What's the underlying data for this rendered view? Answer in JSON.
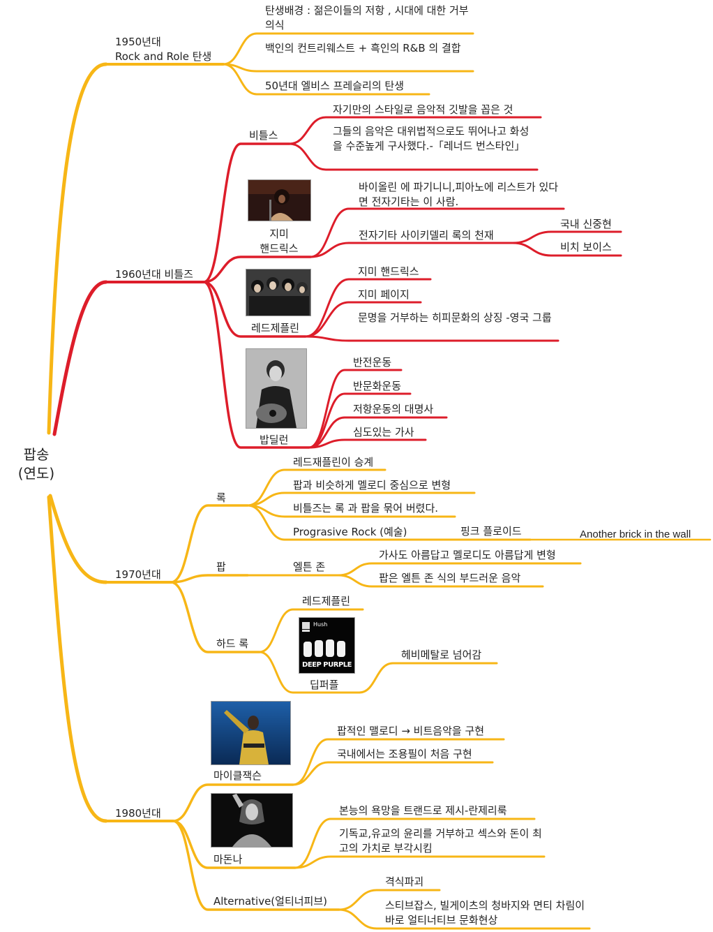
{
  "colors": {
    "yellow": "#F7B616",
    "red": "#DD1D2A",
    "text": "#222222",
    "background": "#FFFFFF"
  },
  "root": {
    "label": "팝송\n(연도)"
  },
  "n1950": {
    "label": "1950년대\nRock and Role 탄생",
    "items": [
      "탄생배경 : 젊은이들의 저항 , 시대에 대한 거부의식",
      "백인의 컨트리웨스트 + 흑인의 R&B 의 결합",
      "50년대 엘비스 프레슬리의 탄생"
    ]
  },
  "n1960": {
    "label": "1960년대 비틀즈",
    "beatles": {
      "label": "비틀스",
      "items": [
        "자기만의 스타일로 음악적 깃발을 꼽은 것",
        "그들의 음악은 대위법적으로도 뛰어나고 화성을 수준높게 구사했다.-「레너드 번스타인」"
      ]
    },
    "hendrix": {
      "label": "지미\n핸드릭스",
      "image_icon": "guitarist-photo-icon",
      "items": [
        "바이올린 에 파기니니,피아노에 리스트가 있다면 전자기타는 이 사람."
      ],
      "psy": {
        "label": "전자기타 사이키델리 록의 천재",
        "items": [
          "국내 신중현",
          "비치 보이스"
        ]
      }
    },
    "zeppelin": {
      "label": "레드제플린",
      "image_icon": "band-photo-icon",
      "items": [
        "지미 핸드릭스",
        "지미 페이지",
        "문명을 거부하는 히피문화의 상징 -영국 그룹"
      ]
    },
    "dylan": {
      "label": "밥딜런",
      "image_icon": "folk-singer-photo-icon",
      "items": [
        "반전운동",
        "반문화운동",
        "저항운동의 대명사",
        "심도있는 가사"
      ]
    }
  },
  "n1970": {
    "label": "1970년대",
    "rock": {
      "label": "록",
      "items": [
        "레드재플린이 승계",
        "팝과 비슷하게 멜로디 중심으로 변형",
        "비틀즈는 록 과 팝을 묶어 버렸다."
      ],
      "prog": {
        "label": "Prograsive Rock (예술)",
        "pink": "핑크 플로이드",
        "song": "Another brick in the wall"
      }
    },
    "pop": {
      "label": "팝",
      "elton": {
        "label": "엘튼 존",
        "items": [
          "가사도 아름답고 멜로디도 아름답게 변형",
          "팝은 엘튼 존 식의 부드러운 음악"
        ]
      }
    },
    "hard": {
      "label": "하드 록",
      "zeppelin": "레드제플린",
      "deep": {
        "label": "딥퍼플",
        "image_icon": "album-cover-icon",
        "album_title": "Hush",
        "album_band": "DEEP PURPLE",
        "item": "헤비메탈로 넘어감"
      }
    }
  },
  "n1980": {
    "label": "1980년대",
    "mj": {
      "label": "마이클잭슨",
      "image_icon": "pop-star-photo-icon",
      "items": [
        "팝적인 맬로디 → 비트음악을 구현",
        "국내에서는 조용필이 처음 구현"
      ]
    },
    "madonna": {
      "label": "마돈나",
      "image_icon": "singer-portrait-photo-icon",
      "items": [
        "본능의 욕망을 트랜드로 제시-란제리룩",
        "기독교,유교의 윤리를 거부하고 섹스와 돈이 최고의 가치로 부각시킴"
      ]
    },
    "alt": {
      "label": "Alternative(얼티너피브)",
      "items": [
        "격식파괴",
        "스티브잡스, 빌게이츠의 청바지와 면티 차림이 바로 얼티너티브 문화현상"
      ]
    }
  }
}
